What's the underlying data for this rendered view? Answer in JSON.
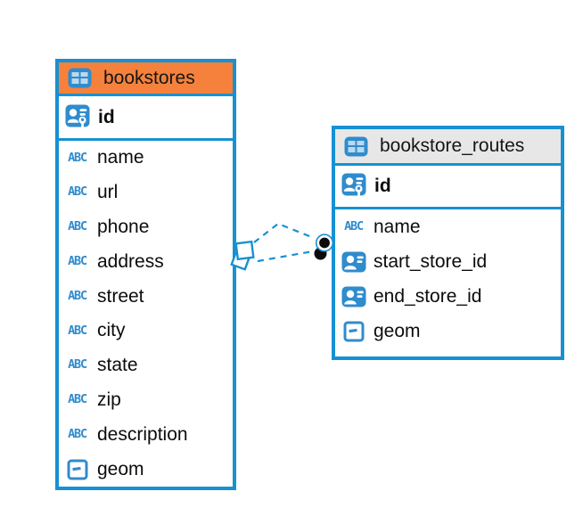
{
  "colors": {
    "accent_blue": "#1791d2",
    "icon_blue": "#2f8ccd",
    "bookstores_header": "#f6813c",
    "routes_header": "#e7e7e7"
  },
  "icons": {
    "text_label": "ABC"
  },
  "tables": [
    {
      "name": "bookstores",
      "header_color": "#f6813c",
      "primary_key": {
        "name": "id",
        "icon": "primary-key-icon"
      },
      "columns": [
        {
          "name": "name",
          "icon": "text-column-icon"
        },
        {
          "name": "url",
          "icon": "text-column-icon"
        },
        {
          "name": "phone",
          "icon": "text-column-icon"
        },
        {
          "name": "address",
          "icon": "text-column-icon"
        },
        {
          "name": "street",
          "icon": "text-column-icon"
        },
        {
          "name": "city",
          "icon": "text-column-icon"
        },
        {
          "name": "state",
          "icon": "text-column-icon"
        },
        {
          "name": "zip",
          "icon": "text-column-icon"
        },
        {
          "name": "description",
          "icon": "text-column-icon"
        },
        {
          "name": "geom",
          "icon": "geometry-column-icon"
        }
      ]
    },
    {
      "name": "bookstore_routes",
      "header_color": "#e7e7e7",
      "primary_key": {
        "name": "id",
        "icon": "primary-key-icon"
      },
      "columns": [
        {
          "name": "name",
          "icon": "text-column-icon"
        },
        {
          "name": "start_store_id",
          "icon": "person-column-icon"
        },
        {
          "name": "end_store_id",
          "icon": "person-column-icon"
        },
        {
          "name": "geom",
          "icon": "geometry-column-icon"
        }
      ]
    }
  ],
  "relationship": {
    "from_table": "bookstores",
    "to_table": "bookstore_routes",
    "style": "dashed",
    "line_count": 2
  }
}
